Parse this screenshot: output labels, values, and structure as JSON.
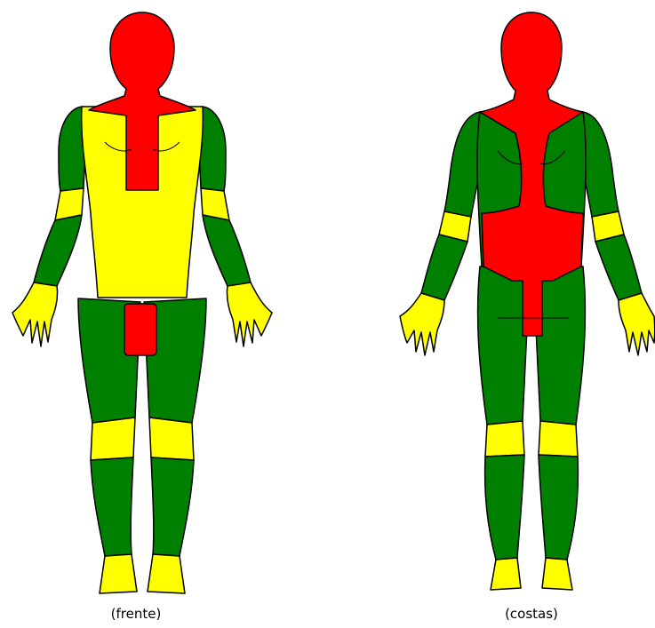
{
  "labels": {
    "front": "(frente)",
    "back": "(costas)"
  },
  "colors": {
    "red": "#ff0000",
    "yellow": "#ffff00",
    "green": "#008000",
    "outline": "#000000",
    "background": "#ffffff"
  },
  "legend_semantics": {
    "figure_front_zones": {
      "head_neck_upper_chest": "red",
      "torso_front": "yellow",
      "genital_area": "red",
      "upper_arms": "green",
      "elbows": "yellow",
      "forearms": "green",
      "hands": "yellow",
      "thighs": "green",
      "knees": "yellow",
      "lower_legs": "green",
      "feet": "yellow"
    },
    "figure_back_zones": {
      "head_neck_spine_back": "red",
      "shoulders_upper_arms": "green",
      "elbows": "yellow",
      "forearms": "green",
      "hands": "yellow",
      "buttocks_thighs": "green",
      "knees": "yellow",
      "calves": "green",
      "feet": "yellow"
    }
  }
}
